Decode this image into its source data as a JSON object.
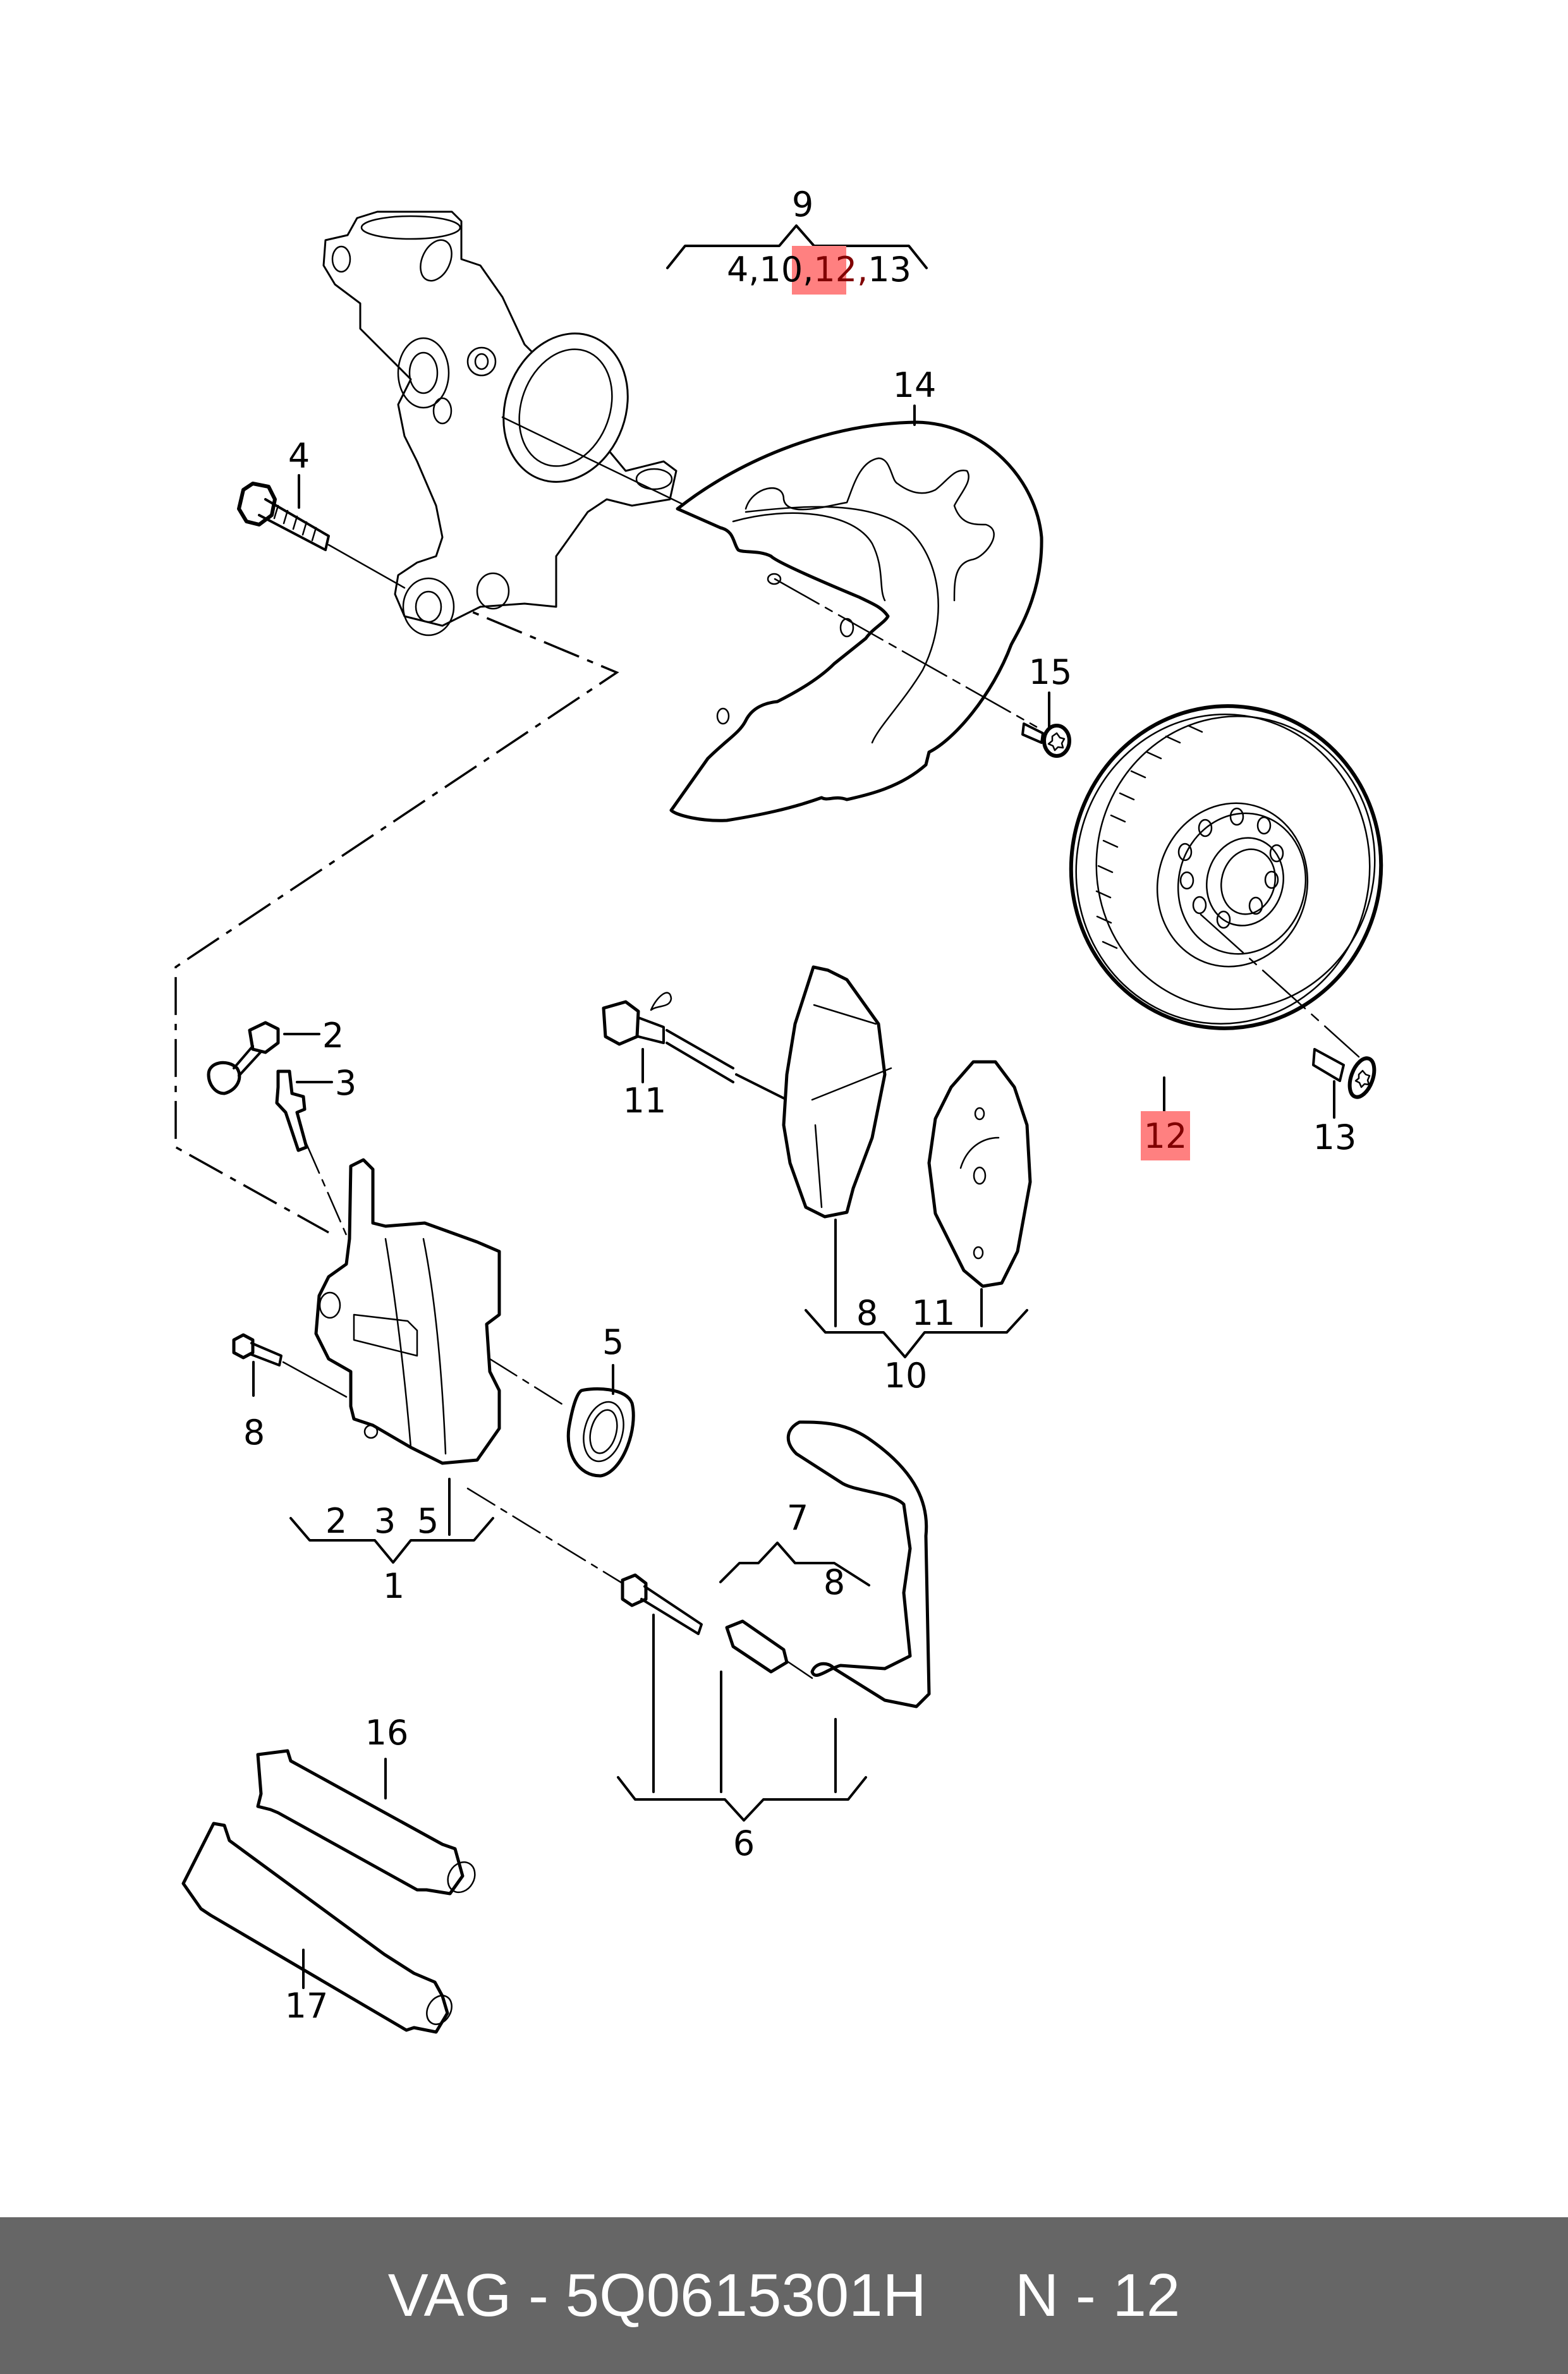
{
  "footer": {
    "brand": "VAG",
    "separator": "-",
    "part_number": "5Q0615301H",
    "position_prefix": "N",
    "position_number": "12",
    "full_text": "VAG - 5Q0615301H     N - 12"
  },
  "colors": {
    "footer_background": "#666666",
    "footer_text": "#ffffff",
    "highlight": "#ff8080",
    "highlight_text": "#800000",
    "line": "#000000",
    "background": "#ffffff"
  },
  "diagram": {
    "title": "Front brake assembly exploded view",
    "highlighted_position": "12",
    "callouts": {
      "c1": "1",
      "c2": "2",
      "c3": "3",
      "c4": "4",
      "c5": "5",
      "c5b": "5",
      "c6": "6",
      "c7": "7",
      "c8a": "8",
      "c8b": "8",
      "c8c": "8",
      "c9": "9",
      "c10": "10",
      "c11a": "11",
      "c11b": "11",
      "c12": "12",
      "c13": "13",
      "c14": "14",
      "c15": "15",
      "c16": "16",
      "c17": "17",
      "c2s": "2",
      "c3s": "3"
    },
    "groups": [
      {
        "parent": "9",
        "children_text_parts": [
          "4,10,",
          "12,",
          "13"
        ],
        "children": [
          "4",
          "10",
          "12",
          "13"
        ],
        "highlighted_child": "12"
      },
      {
        "parent": "1",
        "children": [
          "2",
          "3",
          "5"
        ]
      },
      {
        "parent": "10",
        "children": [
          "8",
          "11"
        ]
      },
      {
        "parent": "7",
        "children": [
          "8"
        ]
      },
      {
        "parent": "6",
        "children": []
      }
    ],
    "parts": [
      {
        "id": "steering-knuckle"
      },
      {
        "id": "4",
        "name": "bolt"
      },
      {
        "id": "14",
        "name": "splash-shield"
      },
      {
        "id": "15",
        "name": "torx-bolt"
      },
      {
        "id": "12",
        "name": "brake-disc"
      },
      {
        "id": "13",
        "name": "countersunk-screw"
      },
      {
        "id": "11",
        "name": "wear-sensor"
      },
      {
        "id": "8-10-11",
        "name": "brake-pads"
      },
      {
        "id": "2",
        "name": "bleeder-cap"
      },
      {
        "id": "3",
        "name": "bleeder-valve"
      },
      {
        "id": "1",
        "name": "brake-caliper"
      },
      {
        "id": "5",
        "name": "piston-seal-kit"
      },
      {
        "id": "8",
        "name": "guide-bolt"
      },
      {
        "id": "6",
        "name": "guide-pin-kit"
      },
      {
        "id": "7",
        "name": "caliper-bracket-spring"
      },
      {
        "id": "16",
        "name": "grease-tube"
      },
      {
        "id": "17",
        "name": "grease-tube"
      }
    ]
  }
}
